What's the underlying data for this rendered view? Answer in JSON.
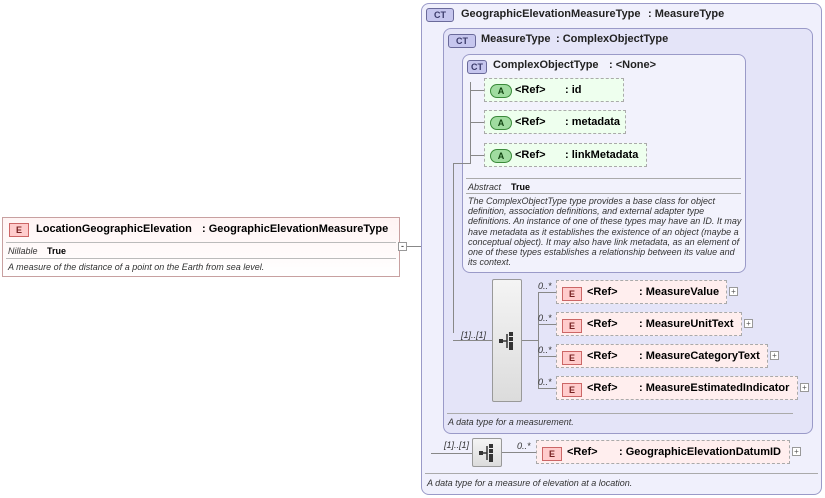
{
  "root": {
    "badge": "E",
    "name": "LocationGeographicElevation",
    "type": ": GeographicElevationMeasureType",
    "nillable_label": "Nillable",
    "nillable_value": "True",
    "doc": "A measure of the distance of a point on the Earth from sea level."
  },
  "outer_type": {
    "badge": "CT",
    "name": "GeographicElevationMeasureType",
    "base": ": MeasureType",
    "doc": "A data type for a measure of elevation at a location.",
    "occurrence": "[1]..[1]",
    "child": {
      "badge": "E",
      "ref": "<Ref>",
      "type": ": GeographicElevationDatumID",
      "occurrence": "0..*"
    }
  },
  "measure_type": {
    "badge": "CT",
    "name": "MeasureType",
    "base": ": ComplexObjectType",
    "doc": "A data type for a measurement.",
    "occurrence": "[1]..[1]",
    "children": [
      {
        "badge": "E",
        "ref": "<Ref>",
        "type": ": MeasureValue",
        "occurrence": "0..*"
      },
      {
        "badge": "E",
        "ref": "<Ref>",
        "type": ": MeasureUnitText",
        "occurrence": "0..*"
      },
      {
        "badge": "E",
        "ref": "<Ref>",
        "type": ": MeasureCategoryText",
        "occurrence": "0..*"
      },
      {
        "badge": "E",
        "ref": "<Ref>",
        "type": ": MeasureEstimatedIndicator",
        "occurrence": "0..*"
      }
    ]
  },
  "complex_object_type": {
    "badge": "CT",
    "name": "ComplexObjectType",
    "base": ": <None>",
    "abstract_label": "Abstract",
    "abstract_value": "True",
    "doc": "The ComplexObjectType type provides a base class for object definition, association definitions, and external adapter type definitions. An instance of one of these types may have an ID. It may have metadata as it establishes the existence of an object (maybe a conceptual object). It may also have link metadata, as an element of one of these types establishes a relationship between its value and its context.",
    "attributes": [
      {
        "badge": "A",
        "ref": "<Ref>",
        "type": ": id"
      },
      {
        "badge": "A",
        "ref": "<Ref>",
        "type": ": metadata"
      },
      {
        "badge": "A",
        "ref": "<Ref>",
        "type": ": linkMetadata"
      }
    ]
  },
  "colors": {
    "element_fill": "#ffeeee",
    "type_fill": "#e8e8fb",
    "attribute_fill": "#eeffee"
  }
}
